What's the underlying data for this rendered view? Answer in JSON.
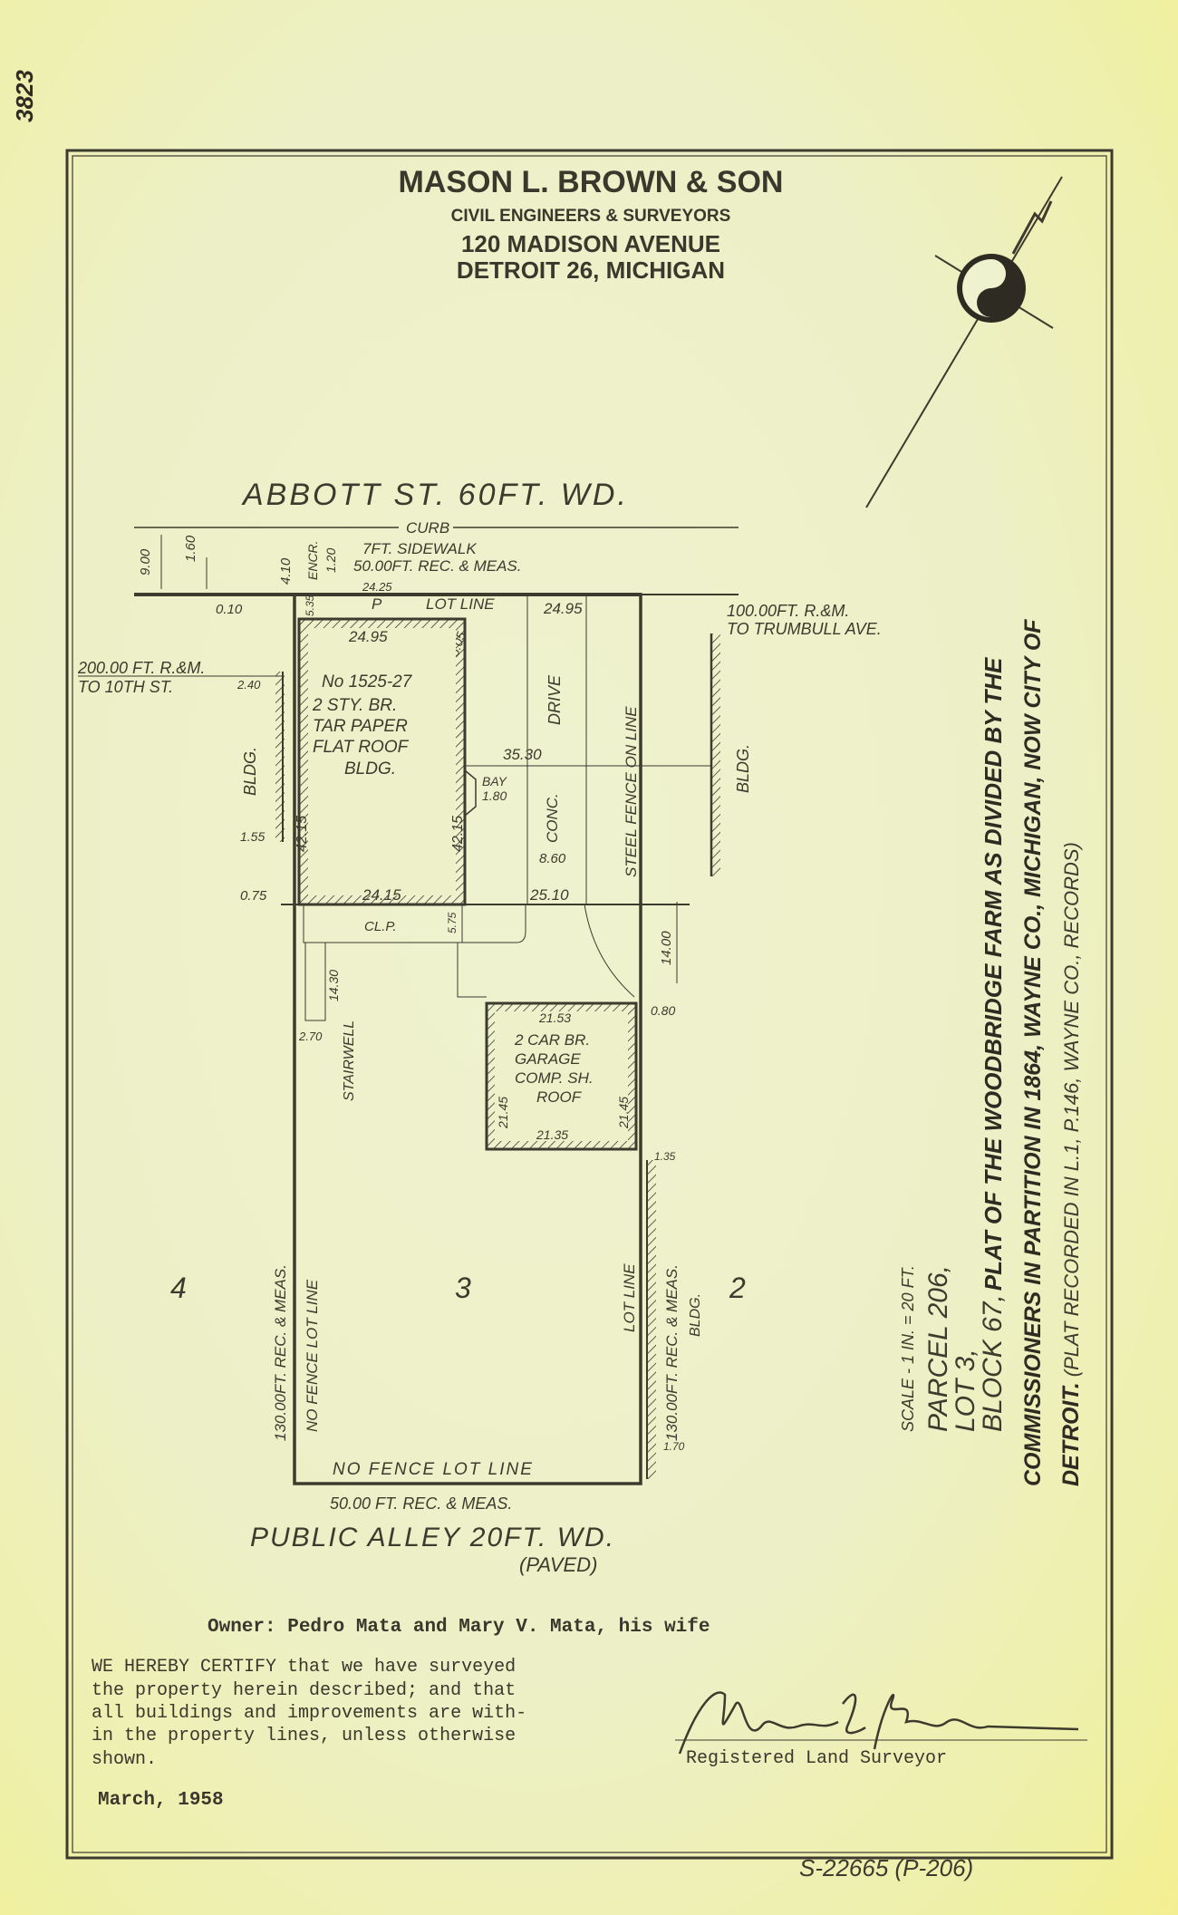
{
  "file_number": "3823",
  "header": {
    "firm": "MASON L. BROWN & SON",
    "subtitle": "CIVIL ENGINEERS & SURVEYORS",
    "address": "120 MADISON AVENUE",
    "city": "DETROIT 26, MICHIGAN"
  },
  "street": "ABBOTT   ST.  60FT. WD.",
  "alley": {
    "name": "PUBLIC ALLEY 20FT. WD.",
    "paved": "(PAVED)"
  },
  "labels": {
    "curb": "CURB",
    "sidewalk": "7FT. SIDEWALK",
    "front_dim": "50.00FT. REC. & MEAS.",
    "d2425": "24.25",
    "d900": "9.00",
    "d160": "1.60",
    "d410": "4.10",
    "encr": "ENCR.",
    "d120": "1.20",
    "d535": "5.35",
    "p": "P",
    "lot_line_top": "LOT LINE",
    "d2495a": "24.95",
    "d2495b": "24.95",
    "d010": "0.10",
    "d505": "5.05",
    "to_trumbull_1": "100.00FT. R.&M.",
    "to_trumbull_2": "TO TRUMBULL AVE.",
    "to_10th_1": "200.00 FT. R.&M.",
    "to_10th_2": "TO 10TH ST.",
    "d240": "2.40",
    "bldg_left": "BLDG.",
    "d155": "1.55",
    "d075": "0.75",
    "house_1": "No 1525-27",
    "house_2": "2 STY. BR.",
    "house_3": "TAR PAPER",
    "house_4": "FLAT ROOF",
    "house_5": "BLDG.",
    "d4215a": "42.15",
    "d4215b": "42.15",
    "d2415": "24.15",
    "bay": "BAY",
    "d180": "1.80",
    "drive": "DRIVE",
    "conc": "CONC.",
    "d3530": "35.30",
    "d860": "8.60",
    "steel_fence": "STEEL FENCE ON LINE",
    "bldg_right": "BLDG.",
    "d2510": "25.10",
    "clp": "CL.P.",
    "d575": "5.75",
    "d1430": "14.30",
    "d270": "2.70",
    "stairwell": "STAIRWELL",
    "d1400": "14.00",
    "d080": "0.80",
    "garage_1": "2 CAR BR.",
    "garage_2": "GARAGE",
    "garage_3": "COMP. SH.",
    "garage_4": "ROOF",
    "d2153": "21.53",
    "d2145a": "21.45",
    "d2145b": "21.45",
    "d2135": "21.35",
    "d135": "1.35",
    "d170": "1.70",
    "left_side": "130.00FT. REC. & MEAS.",
    "no_fence_left": "NO FENCE LOT LINE",
    "lot_line_right": "LOT LINE",
    "right_side": "130.00FT. REC. & MEAS.",
    "bldg_right_lower": "BLDG.",
    "no_fence_bottom": "NO FENCE LOT LINE",
    "rear_dim": "50.00 FT. REC. & MEAS.",
    "lot4": "4",
    "lot3": "3",
    "lot2": "2"
  },
  "legal": {
    "scale": "SCALE - 1 IN. = 20 FT.",
    "parcel": "PARCEL 206,",
    "lot": "LOT 3,",
    "block": "BLOCK 67,",
    "line1": "PLAT OF THE WOODBRIDGE FARM AS DIVIDED BY THE",
    "line2": "COMMISSIONERS IN PARTITION IN 1864, WAYNE CO., MICHIGAN, NOW CITY OF",
    "line3_bold": "DETROIT.",
    "line3": "(PLAT RECORDED IN L.1, P.146, WAYNE CO., RECORDS)"
  },
  "owner": "Owner:  Pedro Mata and Mary V. Mata, his wife",
  "certification": [
    "WE HEREBY CERTIFY that we have surveyed",
    "the property herein described; and that",
    "all buildings and improvements are with-",
    "in the property lines, unless otherwise",
    "shown."
  ],
  "date": "March, 1958",
  "signature": "Mason L. Brown",
  "signature_title": "Registered Land Surveyor",
  "drawing_number": "S-22665 (P-206)"
}
